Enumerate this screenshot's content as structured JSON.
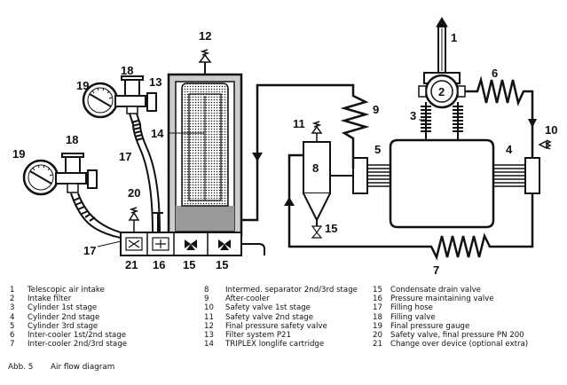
{
  "diagram_callouts": [
    "1",
    "2",
    "3",
    "4",
    "5",
    "6",
    "7",
    "8",
    "9",
    "10",
    "11",
    "12",
    "13",
    "14",
    "15",
    "15",
    "15",
    "16",
    "17",
    "17",
    "18",
    "18",
    "19",
    "19",
    "20",
    "21"
  ],
  "legend": {
    "col1": [
      {
        "n": "1",
        "t": "Telescopic air intake"
      },
      {
        "n": "2",
        "t": "Intake filter"
      },
      {
        "n": "3",
        "t": "Cylinder 1st stage"
      },
      {
        "n": "4",
        "t": "Cylinder 2nd stage"
      },
      {
        "n": "5",
        "t": "Cylinder 3rd stage"
      },
      {
        "n": "6",
        "t": "Inter-cooler 1st/2nd stage"
      },
      {
        "n": "7",
        "t": "Inter-cooler 2nd/3rd stage"
      }
    ],
    "col2": [
      {
        "n": "8",
        "t": "Intermed. separator 2nd/3rd stage"
      },
      {
        "n": "9",
        "t": "After-cooler"
      },
      {
        "n": "10",
        "t": "Safety valve 1st stage"
      },
      {
        "n": "11",
        "t": "Safety valve 2nd stage"
      },
      {
        "n": "12",
        "t": "Final pressure safety valve"
      },
      {
        "n": "13",
        "t": "Filter system P21"
      },
      {
        "n": "14",
        "t": "TRIPLEX longlife cartridge"
      }
    ],
    "col3": [
      {
        "n": "15",
        "t": "Condensate drain valve"
      },
      {
        "n": "16",
        "t": "Pressure maintaining valve"
      },
      {
        "n": "17",
        "t": "Filling hose"
      },
      {
        "n": "18",
        "t": "Filling valve"
      },
      {
        "n": "19",
        "t": "Final pressure gauge"
      },
      {
        "n": "20",
        "t": "Safety valve, final pressure PN 200"
      },
      {
        "n": "21",
        "t": "Change over device (optional extra)"
      }
    ]
  },
  "caption": {
    "figure": "Abb. 5",
    "title": "Air flow diagram"
  }
}
